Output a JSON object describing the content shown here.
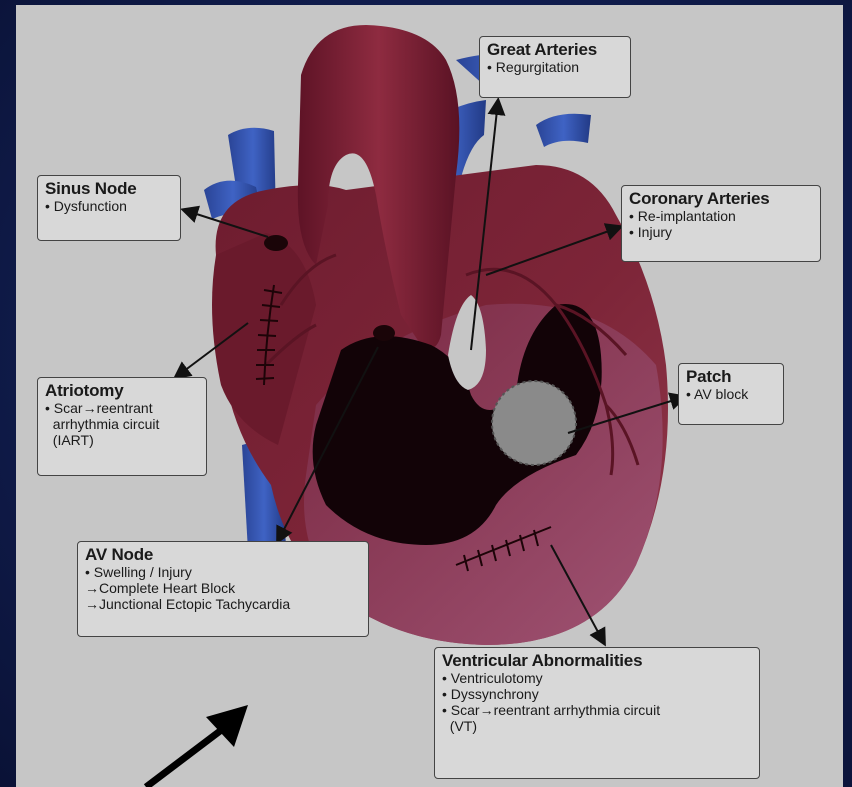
{
  "colors": {
    "slide_background": "#0e1a47",
    "panel_background": "#c6c6c6",
    "heart_muscle": "#7b2236",
    "vessels": "#2f4fa8",
    "patch": "#8a8a8a"
  },
  "labels": {
    "great_arteries": {
      "title": "Great Arteries",
      "items": [
        "• Regurgitation"
      ]
    },
    "sinus_node": {
      "title": "Sinus Node",
      "items": [
        "• Dysfunction"
      ]
    },
    "coronary_arteries": {
      "title": "Coronary Arteries",
      "items": [
        "• Re-implantation",
        "• Injury"
      ]
    },
    "atriotomy": {
      "title": "Atriotomy",
      "items": [
        "• Scar→reentrant",
        "  arrhythmia circuit",
        "  (IART)"
      ]
    },
    "patch": {
      "title": "Patch",
      "items": [
        "• AV block"
      ]
    },
    "av_node": {
      "title": "AV Node",
      "items": [
        "• Swelling / Injury",
        "→Complete Heart Block",
        "→Junctional Ectopic Tachycardia"
      ]
    },
    "ventricular_abnormalities": {
      "title": "Ventricular Abnormalities",
      "items": [
        "• Ventriculotomy",
        "• Dyssynchrony",
        "• Scar→reentrant arrhythmia circuit",
        "  (VT)"
      ]
    }
  }
}
